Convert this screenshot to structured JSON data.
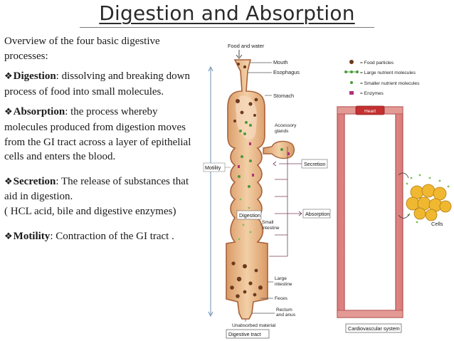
{
  "title": "Digestion and Absorption",
  "overview": "Overview of the four basic digestive processes:",
  "bullet_symbol": "❖",
  "items": [
    {
      "term": "Digestion",
      "text": ": dissolving and breaking down process of food into small molecules."
    },
    {
      "term": "Absorption",
      "text": ": the process whereby molecules produced from digestion moves from the GI tract across a layer of epithelial cells and enters the blood."
    },
    {
      "term": "Secretion",
      "text": ": The release of substances that aid in digestion.",
      "extra": "( HCL acid, bile and digestive enzymes)"
    },
    {
      "term": "Motility",
      "text": ": Contraction of the GI tract ."
    }
  ],
  "diagram": {
    "food_and_water": "Food and water",
    "mouth": "Mouth",
    "esophagus": "Esophagus",
    "stomach": "Stomach",
    "accessory_glands": [
      "Accessory",
      "glands"
    ],
    "motility": "Motility",
    "secretion": "Secretion",
    "digestion": "Digestion",
    "absorption": "Absorption",
    "small_intestine": [
      "Small",
      "intestine"
    ],
    "large_intestine": [
      "Large",
      "intestine"
    ],
    "feces": "Feces",
    "rectum_and_anus": [
      "Rectum",
      "and anus"
    ],
    "unabsorbed_material": "Unabsorbed material",
    "digestive_tract": "Digestive tract",
    "cardiovascular_system": "Cardiovascular system",
    "heart": "Heart",
    "cells": "Cells",
    "legend": {
      "food_particles": "= Food particles",
      "large_nutrient_molecules": "= Large nutrient molecules",
      "smaller_nutrient_molecules": "= Smaller nutrient molecules",
      "enzymes": "= Enzymes"
    },
    "colors": {
      "tract_fill": "#e9b78a",
      "tract_stroke": "#a8623a",
      "vessel": "#e8a0a0",
      "vessel_stroke": "#b05050",
      "heart": "#c43030",
      "cell_fill": "#f0b830",
      "food_particle": "#6b3b1e",
      "large_nutrient": "#4a9a3a",
      "enzyme": "#b0307a"
    }
  }
}
